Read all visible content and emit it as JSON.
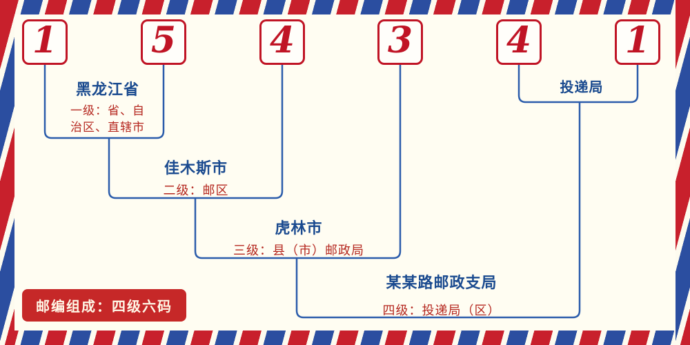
{
  "postal_code": {
    "digits": [
      "1",
      "5",
      "4",
      "3",
      "4",
      "1"
    ]
  },
  "levels": [
    {
      "name": "黑龙江省",
      "desc": "一级：省、自\n治区、直辖市"
    },
    {
      "name": "佳木斯市",
      "desc": "二级：邮区"
    },
    {
      "name": "虎林市",
      "desc": "三级：县（市）邮政局"
    },
    {
      "name": "某某路邮政支局",
      "desc": "四级：投递局（区）"
    }
  ],
  "delivery_office_label": "投递局",
  "footer_badge": "邮编组成：四级六码",
  "colors": {
    "background": "#fffdf2",
    "digit_red": "#c01425",
    "line_blue": "#2b5cab",
    "heading_navy": "#1a4a8f",
    "desc_red": "#b5271f",
    "stripe_red": "#c8202c",
    "stripe_blue": "#2b4ea0",
    "badge_red": "#c62828"
  }
}
